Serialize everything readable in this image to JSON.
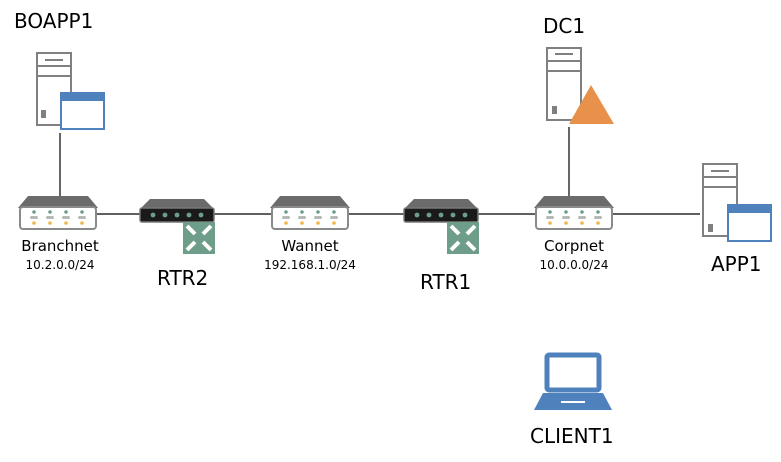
{
  "diagram": {
    "nodes": [
      {
        "id": "boapp1",
        "type": "app-server",
        "label": "BOAPP1"
      },
      {
        "id": "dc1",
        "type": "domain-controller",
        "label": "DC1"
      },
      {
        "id": "app1",
        "type": "app-server",
        "label": "APP1"
      },
      {
        "id": "branchnet",
        "type": "switch",
        "label": "Branchnet",
        "subnet": "10.2.0.0/24"
      },
      {
        "id": "rtr2",
        "type": "router",
        "label": "RTR2"
      },
      {
        "id": "wannet",
        "type": "switch",
        "label": "Wannet",
        "subnet": "192.168.1.0/24"
      },
      {
        "id": "rtr1",
        "type": "router",
        "label": "RTR1"
      },
      {
        "id": "corpnet",
        "type": "switch",
        "label": "Corpnet",
        "subnet": "10.0.0.0/24"
      },
      {
        "id": "client1",
        "type": "laptop",
        "label": "CLIENT1"
      }
    ],
    "links": [
      [
        "boapp1",
        "branchnet"
      ],
      [
        "branchnet",
        "rtr2"
      ],
      [
        "rtr2",
        "wannet"
      ],
      [
        "wannet",
        "rtr1"
      ],
      [
        "rtr1",
        "corpnet"
      ],
      [
        "dc1",
        "corpnet"
      ],
      [
        "corpnet",
        "app1"
      ]
    ],
    "colors": {
      "server_gray": "#808080",
      "app_window_blue": "#4f81bd",
      "warning_orange": "#e8914a",
      "router_green": "#6e9e8a",
      "router_body": "#1a1a1a",
      "laptop_blue": "#4f81bd"
    }
  }
}
